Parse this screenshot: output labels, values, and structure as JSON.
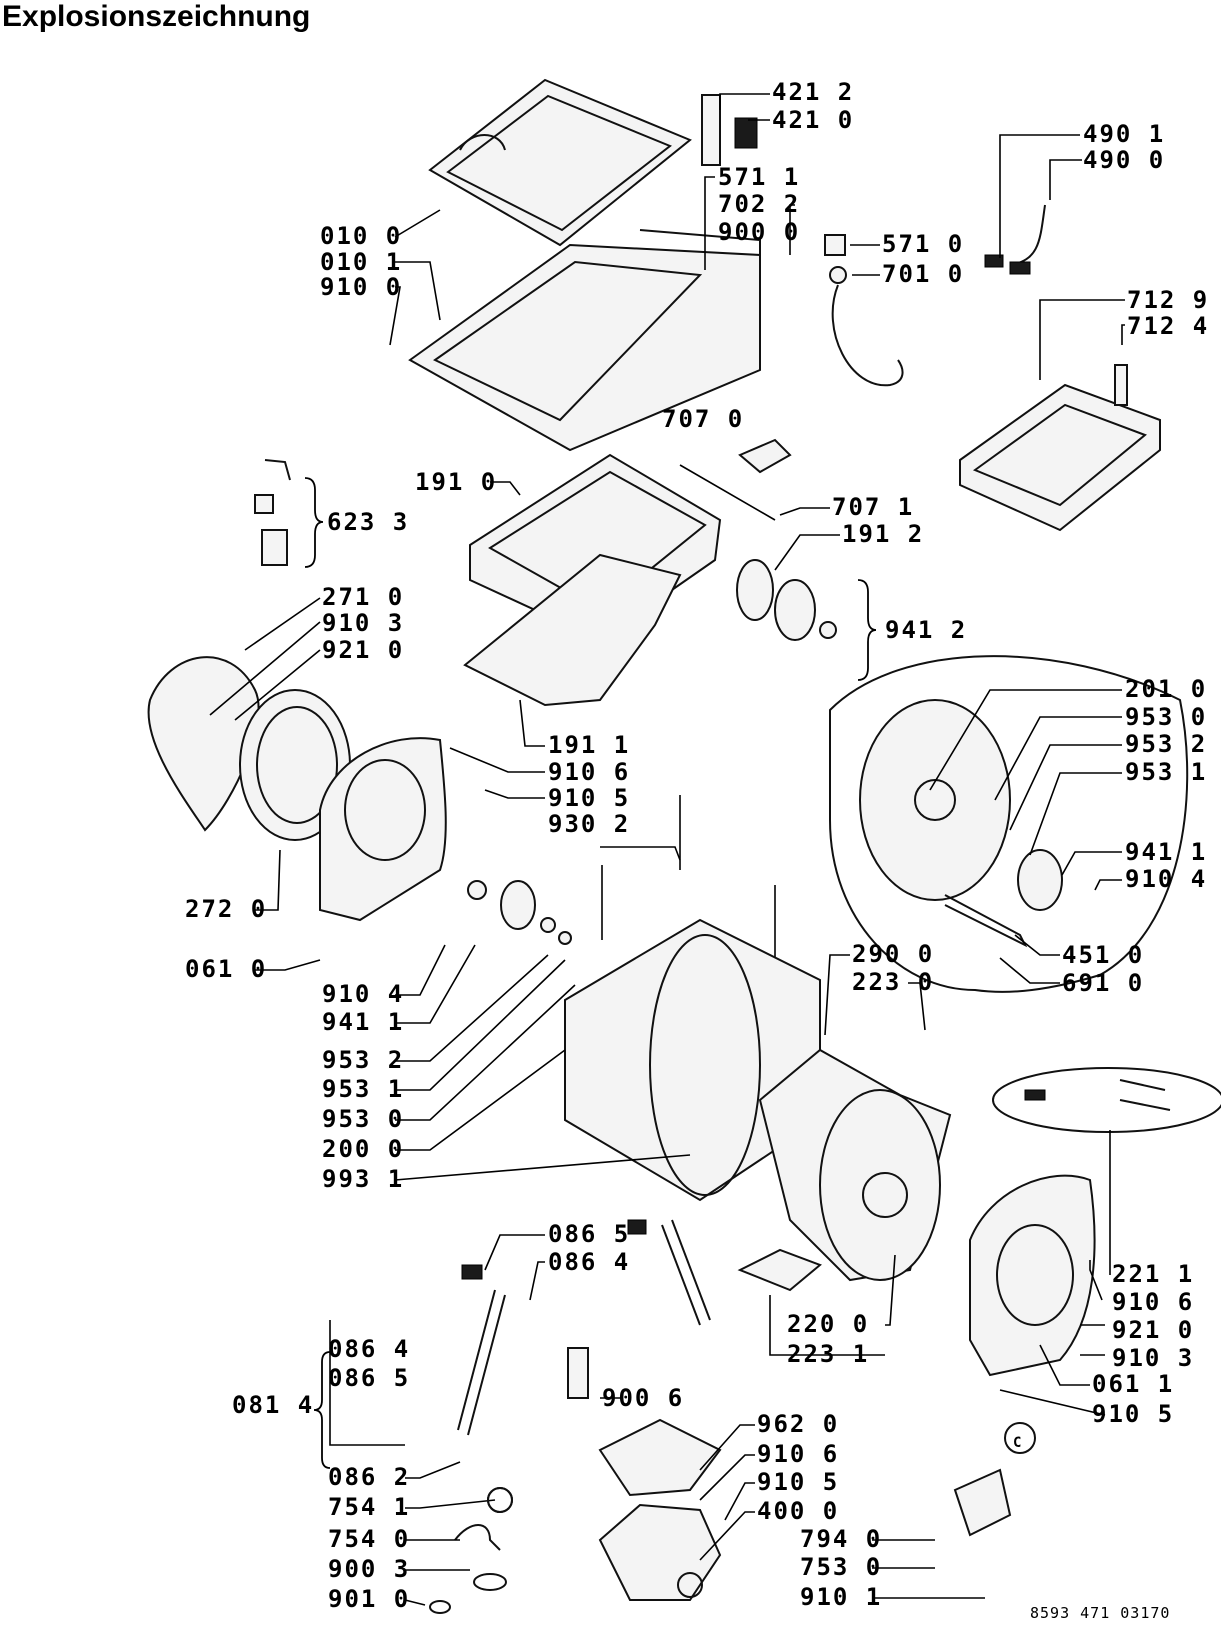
{
  "title": "Explosionszeichnung",
  "document_number": "8593 471 03170",
  "circle_marker": "C",
  "labels": [
    {
      "id": "4212",
      "text": "421 2"
    },
    {
      "id": "4210",
      "text": "421 0"
    },
    {
      "id": "4901",
      "text": "490 1"
    },
    {
      "id": "4900",
      "text": "490 0"
    },
    {
      "id": "5711",
      "text": "571 1"
    },
    {
      "id": "7022",
      "text": "702 2"
    },
    {
      "id": "9000",
      "text": "900 0"
    },
    {
      "id": "5710",
      "text": "571 0"
    },
    {
      "id": "7010",
      "text": "701 0"
    },
    {
      "id": "0100",
      "text": "010 0"
    },
    {
      "id": "0101",
      "text": "010 1"
    },
    {
      "id": "9100a",
      "text": "910 0"
    },
    {
      "id": "7129",
      "text": "712 9"
    },
    {
      "id": "7124",
      "text": "712 4"
    },
    {
      "id": "7070",
      "text": "707 0"
    },
    {
      "id": "1910",
      "text": "191 0"
    },
    {
      "id": "7071",
      "text": "707 1"
    },
    {
      "id": "1912",
      "text": "191 2"
    },
    {
      "id": "6233",
      "text": "623 3"
    },
    {
      "id": "2710",
      "text": "271 0"
    },
    {
      "id": "9103a",
      "text": "910 3"
    },
    {
      "id": "9210a",
      "text": "921 0"
    },
    {
      "id": "9412",
      "text": "941 2"
    },
    {
      "id": "2010",
      "text": "201 0"
    },
    {
      "id": "9530a",
      "text": "953 0"
    },
    {
      "id": "9532a",
      "text": "953 2"
    },
    {
      "id": "9531a",
      "text": "953 1"
    },
    {
      "id": "1911",
      "text": "191 1"
    },
    {
      "id": "9106a",
      "text": "910 6"
    },
    {
      "id": "9105a",
      "text": "910 5"
    },
    {
      "id": "9302",
      "text": "930 2"
    },
    {
      "id": "9411a",
      "text": "941 1"
    },
    {
      "id": "9104a",
      "text": "910 4"
    },
    {
      "id": "2720",
      "text": "272 0"
    },
    {
      "id": "4510",
      "text": "451 0"
    },
    {
      "id": "0610",
      "text": "061 0"
    },
    {
      "id": "6910",
      "text": "691 0"
    },
    {
      "id": "2900",
      "text": "290 0"
    },
    {
      "id": "2230",
      "text": "223 0"
    },
    {
      "id": "9104b",
      "text": "910 4"
    },
    {
      "id": "9411b",
      "text": "941 1"
    },
    {
      "id": "9532b",
      "text": "953 2"
    },
    {
      "id": "9531b",
      "text": "953 1"
    },
    {
      "id": "9530b",
      "text": "953 0"
    },
    {
      "id": "2000",
      "text": "200 0"
    },
    {
      "id": "9931",
      "text": "993 1"
    },
    {
      "id": "2211",
      "text": "221 1"
    },
    {
      "id": "9106b",
      "text": "910 6"
    },
    {
      "id": "0865a",
      "text": "086 5"
    },
    {
      "id": "9210b",
      "text": "921 0"
    },
    {
      "id": "0864a",
      "text": "086 4"
    },
    {
      "id": "9103b",
      "text": "910 3"
    },
    {
      "id": "0611",
      "text": "061 1"
    },
    {
      "id": "2200",
      "text": "220 0"
    },
    {
      "id": "0864b",
      "text": "086 4"
    },
    {
      "id": "2231",
      "text": "223 1"
    },
    {
      "id": "9105b",
      "text": "910 5"
    },
    {
      "id": "0814",
      "text": "081 4"
    },
    {
      "id": "0865b",
      "text": "086 5"
    },
    {
      "id": "9006",
      "text": "900 6"
    },
    {
      "id": "9620",
      "text": "962 0"
    },
    {
      "id": "9106c",
      "text": "910 6"
    },
    {
      "id": "0862",
      "text": "086 2"
    },
    {
      "id": "9105c",
      "text": "910 5"
    },
    {
      "id": "7541",
      "text": "754 1"
    },
    {
      "id": "4000",
      "text": "400 0"
    },
    {
      "id": "7540",
      "text": "754 0"
    },
    {
      "id": "7940",
      "text": "794 0"
    },
    {
      "id": "7530",
      "text": "753 0"
    },
    {
      "id": "9003",
      "text": "900 3"
    },
    {
      "id": "9101",
      "text": "910 1"
    },
    {
      "id": "9010",
      "text": "901 0"
    }
  ]
}
